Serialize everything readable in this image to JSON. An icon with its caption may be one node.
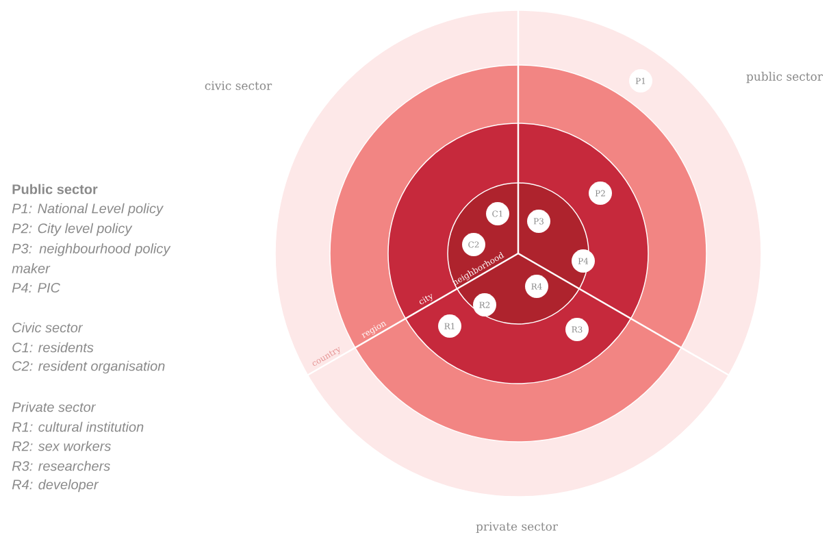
{
  "diagram": {
    "nodes": [
      {
        "text": [
          "country"
        ]
      },
      {
        "text": [
          "region"
        ],
        "in": 0
      },
      {
        "text": [
          "city"
        ],
        "in": 1
      },
      {
        "text": [
          "neighborhood"
        ],
        "in": 2
      },
      {
        "text": [
          "P1"
        ],
        "in": 0
      },
      {
        "text": [
          "C1"
        ],
        "in": 3
      },
      {
        "text": [
          "P2"
        ],
        "in": 2
      },
      {
        "text": [
          "P3"
        ],
        "in": 3
      },
      {
        "text": [
          "C2"
        ],
        "in": 3
      },
      {
        "text": [
          "P4"
        ],
        "in": 2
      },
      {
        "text": [
          "R4"
        ],
        "in": 3
      },
      {
        "text": [
          "R2"
        ],
        "in": 3
      },
      {
        "text": [
          "R1"
        ],
        "in": 2
      },
      {
        "text": [
          "R3"
        ],
        "in": 2
      }
    ],
    "labels": [
      "public sector",
      "civic sector",
      "Public sector",
      "P1: National Level policy",
      "P2: City level policy",
      "P3: neighbourhood policy maker",
      "P4: PIC",
      "Civic sector",
      "C1: residents",
      "C2: resident organisation",
      "Private sector",
      "R1: cultural institution",
      "R2: sex workers",
      "R3: researchers",
      "R4: developer",
      "private sector"
    ]
  }
}
